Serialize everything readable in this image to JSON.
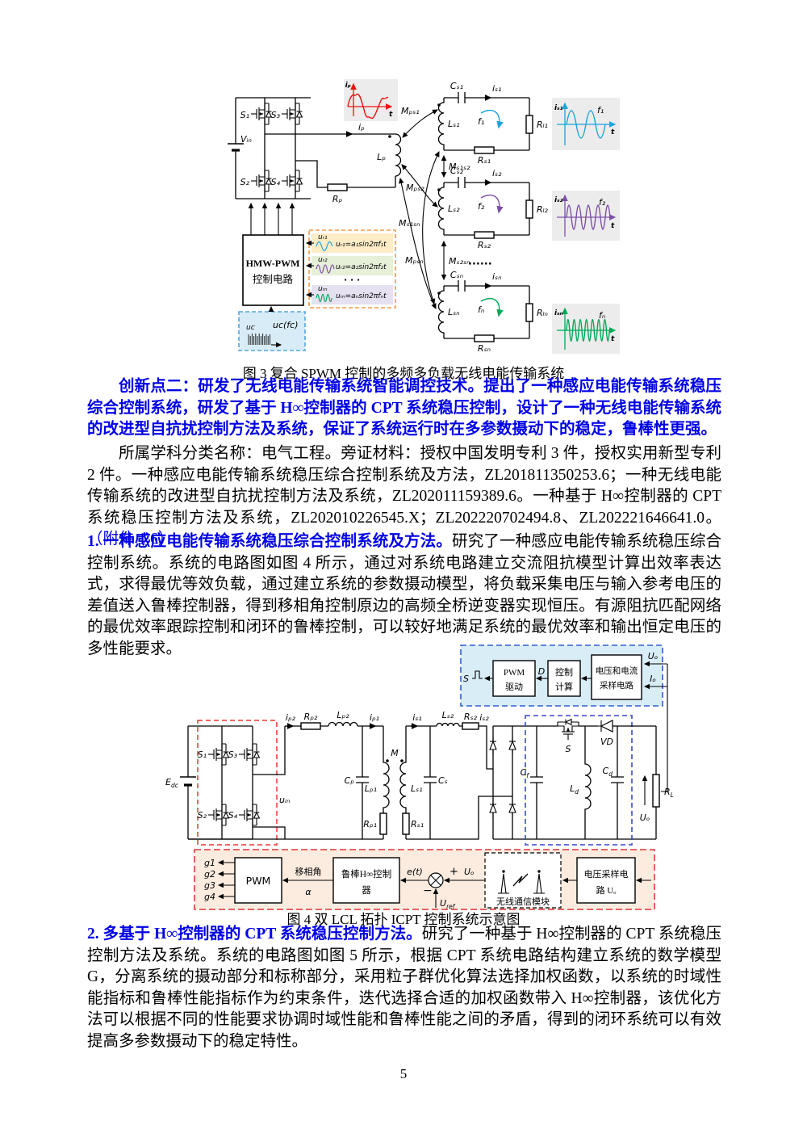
{
  "page": {
    "number": "5"
  },
  "fig3": {
    "caption": "图 3  复合 SPWM 控制的多频多负载无线电能传输系统",
    "inv": {
      "vin": "Vᵢₙ",
      "s1": "S₁",
      "s2": "S₂",
      "s3": "S₃",
      "s4": "S₄",
      "lp": "Lₚ",
      "rp": "Rₚ",
      "ip": "iₚ"
    },
    "plot_ip": {
      "y": "iₚ",
      "x": "t"
    },
    "mut": {
      "mps1": "Mₚₛ₁",
      "mps2": "Mₚₛ₂",
      "mpsn": "Mₚₛₙ",
      "ms1s2": "Mₛ₁ₛ₂",
      "ms2sn": "Mₛ₂ₛₙ",
      "ms1sn": "Mₛ₁ₛₙ",
      "dots": "······"
    },
    "ctrl": {
      "l1": "HMW-PWM",
      "l2": "控制电路"
    },
    "refs": {
      "r1": {
        "tag": "uᵣ₁",
        "eq": "uᵣ₁=a₁sin2πf₁t"
      },
      "r2": {
        "tag": "uᵣ₂",
        "eq": "uᵣ₂=a₂sin2πf₂t"
      },
      "rn": {
        "tag": "uᵣₙ",
        "eq": "uᵣₙ=aₙsin2πfₙt"
      },
      "dots": "· · ·"
    },
    "carrier": {
      "tag": "uc",
      "eq": "uc(fc)"
    },
    "loop1": {
      "c": "Cₛ₁",
      "i": "iₛ₁",
      "f": "f₁",
      "l": "Lₛ₁",
      "rl": "Rₗ₁",
      "rs": "Rₛ₁"
    },
    "loop2": {
      "c": "Cₛ₂",
      "i": "iₛ₂",
      "f": "f₂",
      "l": "Lₛ₂",
      "rl": "Rₗ₂",
      "rs": "Rₛ₂"
    },
    "loopn": {
      "c": "Cₛₙ",
      "i": "iₛₙ",
      "f": "fₙ",
      "l": "Lₛₙ",
      "rl": "Rₗₙ",
      "rs": "Rₛₙ"
    },
    "plots": {
      "p1": {
        "y": "iₛ₁",
        "f": "f₁",
        "x": "t"
      },
      "p2": {
        "y": "iₛ₂",
        "f": "f₂",
        "x": "t"
      },
      "pn": {
        "y": "iₛₙ",
        "f": "fₙ",
        "x": "t"
      }
    }
  },
  "para_innov": "创新点二：研发了无线电能传输系统智能调控技术。提出了一种感应电能传输系统稳压综合控制系统，研发了基于 H∞控制器的 CPT 系统稳压控制，设计了一种无线电能传输系统的改进型自抗扰控制方法及系统，保证了系统运行时在多参数摄动下的稳定，鲁棒性更强。",
  "para_mat": {
    "black": "所属学科分类名称：电气工程。旁证材料：授权中国发明专利 3 件，授权实用新型专利 2 件。一种感应电能传输系统稳压综合控制系统及方法，ZL201811350253.6；一种无线电能传输系统的改进型自抗扰控制方法及系统，ZL202011159389.6。一种基于 H∞控制器的 CPT 系统稳压控制方法及系统，ZL202010226545.X；ZL202220702494.8、ZL202221646641.0。",
    "blue": "（附件 1.6）"
  },
  "item1": {
    "head": "1. 一种感应电能传输系统稳压综合控制系统及方法。",
    "body": "研究了一种感应电能传输系统稳压综合控制系统。系统的电路图如图 4 所示，通过对系统电路建立交流阻抗模型计算出效率表达式，求得最优等效负载，通过建立系统的参数摄动模型，将负载采集电压与输入参考电压的差值送入鲁棒控制器，得到移相角控制原边的高频全桥逆变器实现恒压。有源阻抗匹配网络的最优效率跟踪控制和闭环的鲁棒控制，可以较好地满足系统的最优效率和输出恒定电压的多性能要求。"
  },
  "item2": {
    "head": "2. 多基于 H∞控制器的 CPT 系统稳压控制方法。",
    "body": "研究了一种基于 H∞控制器的 CPT 系统稳压控制方法及系统。系统的电路图如图 5 所示，根据 CPT 系统电路结构建立系统的数学模型 G，分离系统的摄动部分和标称部分，采用粒子群优化算法选择加权函数，以系统的时域性能指标和鲁棒性能指标作为约束条件，迭代选择合适的加权函数带入 H∞控制器，该优化方法可以根据不同的性能要求协调时域性能和鲁棒性能之间的矛盾，得到的闭环系统可以有效提高多参数摄动下的稳定特性。"
  },
  "fig4": {
    "caption": "图 4  双 LCL 拓扑 ICPT 控制系统示意图",
    "top": {
      "s": "S",
      "pwm1": "PWM",
      "pwm2": "驱动",
      "d": "D",
      "calc1": "控制",
      "calc2": "计算",
      "samp1": "电压和电流",
      "samp2": "采样电路",
      "uo": "Uₒ",
      "io": "Iₒ"
    },
    "main": {
      "edc_b": "E",
      "edc_s": "dc",
      "s1": "S₁",
      "s2": "S₂",
      "s3": "S₃",
      "s4": "S₄",
      "uin": "uᵢₙ",
      "ip2": "iₚ₂",
      "rp2": "Rₚ₂",
      "lp2": "Lₚ₂",
      "ip1": "iₚ₁",
      "cp": "Cₚ",
      "lp1": "Lₚ₁",
      "rp1": "Rₚ₁",
      "m": "M",
      "is1": "iₛ₁",
      "ls2": "Lₛ₂",
      "rs2": "Rₛ₂",
      "is2": "iₛ₂",
      "cs": "Cₛ",
      "ls1": "Lₛ₁",
      "rs1": "Rₛ₁",
      "s": "S",
      "vd": "VD",
      "cf_b": "C",
      "cf_s": "f",
      "ld_b": "L",
      "ld_s": "d",
      "cd_b": "C",
      "cd_s": "d",
      "uo": "Uₒ",
      "rl_b": "R",
      "rl_s": "L"
    },
    "bot": {
      "g1": "g1",
      "g2": "g2",
      "g3": "g3",
      "g4": "g4",
      "pwm": "PWM",
      "phase": "移相角",
      "alpha": "α",
      "h1": "鲁棒H∞控制",
      "h2": "器",
      "et": "e(t)",
      "plus": "+",
      "minus": "−",
      "uo": "Uₒ",
      "uref_b": "U",
      "uref_s": "ref",
      "wireless": "无线通信模块",
      "vs1": "电压采样电",
      "vs2": "路 Uₒ"
    }
  }
}
